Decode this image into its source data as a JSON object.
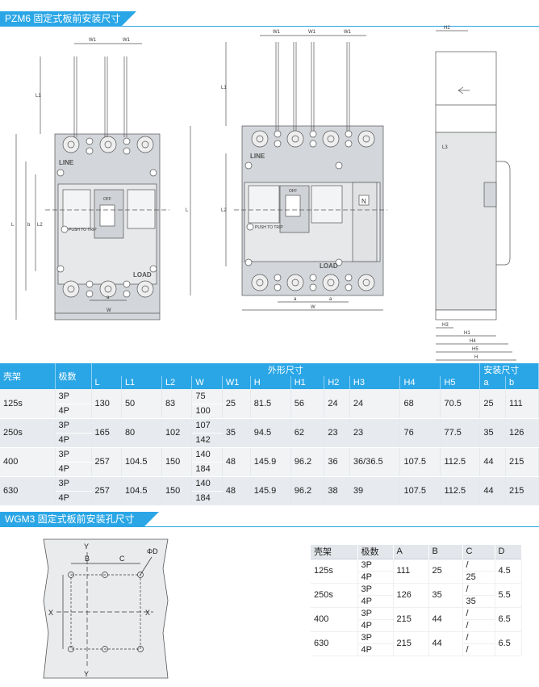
{
  "section1": {
    "title": "PZM6 固定式板前安装尺寸"
  },
  "section2": {
    "title": "WGM3 固定式板前安装孔尺寸"
  },
  "drawing": {
    "labels": {
      "w1": "W1",
      "l1": "L1",
      "l2": "L2",
      "l": "L",
      "b": "b",
      "a": "a",
      "w": "W",
      "h2": "H2",
      "l3": "L3",
      "h1": "H1",
      "h3": "H3",
      "h4": "H4",
      "h5": "H5",
      "h": "H",
      "line": "LINE",
      "load": "LOAD",
      "trip": "PUSH TO TRIP",
      "off": "OFF",
      "n": "N"
    }
  },
  "hole_drawing": {
    "y": "Y",
    "x": "X",
    "b": "B",
    "c": "C",
    "d": "ΦD"
  },
  "spec_table": {
    "headers": {
      "frame": "壳架",
      "poles": "极数",
      "outer": "外形尺寸",
      "mount": "安装尺寸"
    },
    "columns": [
      "L",
      "L1",
      "L2",
      "W",
      "W1",
      "H",
      "H1",
      "H2",
      "H3",
      "H4",
      "H5",
      "a",
      "b"
    ],
    "rows": [
      {
        "frame": "125s",
        "p1": "3P",
        "p2": "4P",
        "L": "130",
        "L1": "50",
        "L2": "83",
        "W1v": "75",
        "W2v": "100",
        "W1": "25",
        "H": "81.5",
        "H1": "56",
        "H2": "24",
        "H3": "24",
        "H4": "68",
        "H5": "70.5",
        "a": "25",
        "b": "111"
      },
      {
        "frame": "250s",
        "p1": "3P",
        "p2": "4P",
        "L": "165",
        "L1": "80",
        "L2": "102",
        "W1v": "107",
        "W2v": "142",
        "W1": "35",
        "H": "94.5",
        "H1": "62",
        "H2": "23",
        "H3": "23",
        "H4": "76",
        "H5": "77.5",
        "a": "35",
        "b": "126"
      },
      {
        "frame": "400",
        "p1": "3P",
        "p2": "4P",
        "L": "257",
        "L1": "104.5",
        "L2": "150",
        "W1v": "140",
        "W2v": "184",
        "W1": "48",
        "H": "145.9",
        "H1": "96.2",
        "H2": "36",
        "H3": "36/36.5",
        "H4": "107.5",
        "H5": "112.5",
        "a": "44",
        "b": "215"
      },
      {
        "frame": "630",
        "p1": "3P",
        "p2": "4P",
        "L": "257",
        "L1": "104.5",
        "L2": "150",
        "W1v": "140",
        "W2v": "184",
        "W1": "48",
        "H": "145.9",
        "H1": "96.2",
        "H2": "38",
        "H3": "39",
        "H4": "107.5",
        "H5": "112.5",
        "a": "44",
        "b": "215"
      }
    ]
  },
  "hole_table": {
    "headers": [
      "壳架",
      "极数",
      "A",
      "B",
      "C",
      "D"
    ],
    "rows": [
      {
        "frame": "125s",
        "p1": "3P",
        "p2": "4P",
        "A": "111",
        "B": "25",
        "C1": "/",
        "C2": "25",
        "D": "4.5"
      },
      {
        "frame": "250s",
        "p1": "3P",
        "p2": "4P",
        "A": "126",
        "B": "35",
        "C1": "/",
        "C2": "35",
        "D": "5.5"
      },
      {
        "frame": "400",
        "p1": "3P",
        "p2": "4P",
        "A": "215",
        "B": "44",
        "C1": "/",
        "C2": "/",
        "D": "6.5"
      },
      {
        "frame": "630",
        "p1": "3P",
        "p2": "4P",
        "A": "215",
        "B": "44",
        "C1": "/",
        "C2": "/",
        "D": "6.5"
      }
    ]
  }
}
